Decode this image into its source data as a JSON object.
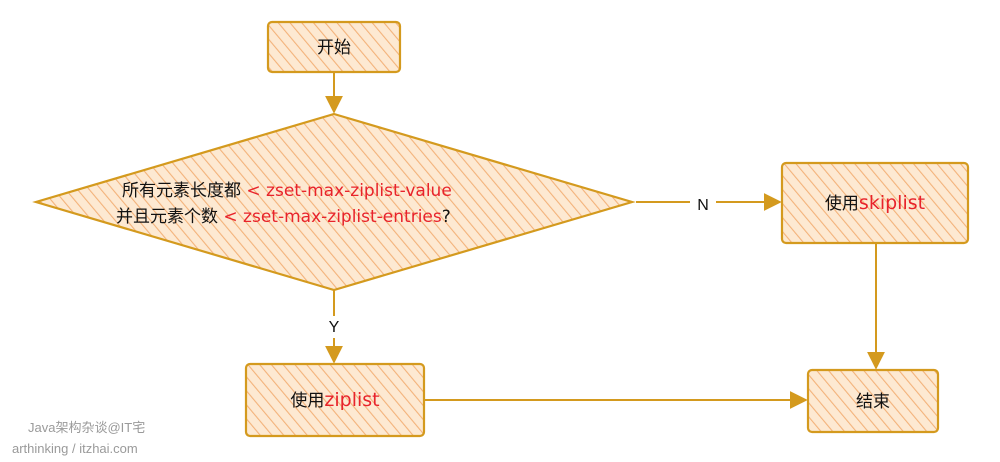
{
  "nodes": {
    "start": {
      "label": "开始"
    },
    "decision": {
      "line1_prefix": "所有元素长度都 ",
      "line1_op": "< zset-max-ziplist-value",
      "line2_prefix": "并且元素个数 ",
      "line2_op": "< zset-max-ziplist-entries",
      "line2_suffix": "?"
    },
    "skiplist": {
      "prefix": "使用",
      "name": "skiplist"
    },
    "ziplist": {
      "prefix": "使用",
      "name": "ziplist"
    },
    "end": {
      "label": "结束"
    }
  },
  "edges": {
    "no_label": "N",
    "yes_label": "Y"
  },
  "watermark": {
    "line1": "Java架构杂谈@IT宅",
    "line2": "arthinking / itzhai.com"
  },
  "colors": {
    "stroke": "#d49a1e",
    "fill": "#fde9d2",
    "hatch": "#f3b27a",
    "highlight": "#e8232b",
    "text": "#111111"
  }
}
